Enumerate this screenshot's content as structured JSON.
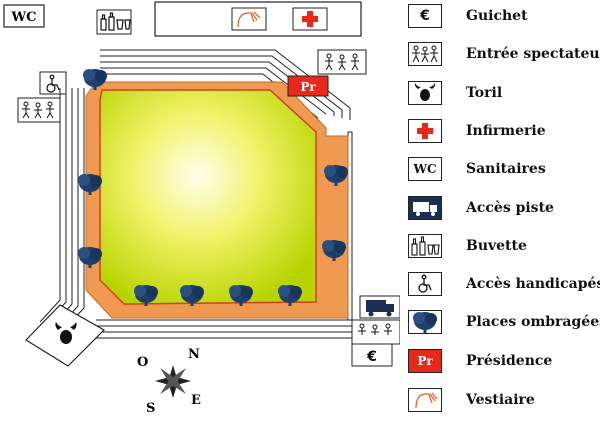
{
  "map": {
    "wc_label": "WC",
    "presidence_label": "Pr",
    "guichet_label": "€",
    "compass": {
      "north": "N",
      "south": "S",
      "east": "E",
      "west": "O"
    }
  },
  "legend": [
    {
      "icon": "euro-icon",
      "symbol": "€",
      "label": "Guichet"
    },
    {
      "icon": "spectators-icon",
      "symbol": "",
      "label": "Entrée spectateur"
    },
    {
      "icon": "bull-head-icon",
      "symbol": "",
      "label": "Toril"
    },
    {
      "icon": "red-cross-icon",
      "symbol": "",
      "label": "Infirmerie"
    },
    {
      "icon": "wc-icon",
      "symbol": "WC",
      "label": "Sanitaires"
    },
    {
      "icon": "truck-icon",
      "symbol": "",
      "label": "Accès piste"
    },
    {
      "icon": "bottles-icon",
      "symbol": "",
      "label": "Buvette"
    },
    {
      "icon": "wheelchair-icon",
      "symbol": "",
      "label": "Accès handicapés"
    },
    {
      "icon": "tree-icon",
      "symbol": "",
      "label": "Places ombragées"
    },
    {
      "icon": "presidence-icon",
      "symbol": "Pr",
      "label": "Présidence"
    },
    {
      "icon": "shower-icon",
      "symbol": "",
      "label": "Vestiaire"
    }
  ],
  "colors": {
    "arena_center": "#ffffcc",
    "arena_edge": "#b7d400",
    "track": "#ef9a50",
    "presidence": "#e8281a",
    "cross": "#e8281a",
    "tree": "#1f3f6a",
    "truck": "#1b2f55"
  }
}
